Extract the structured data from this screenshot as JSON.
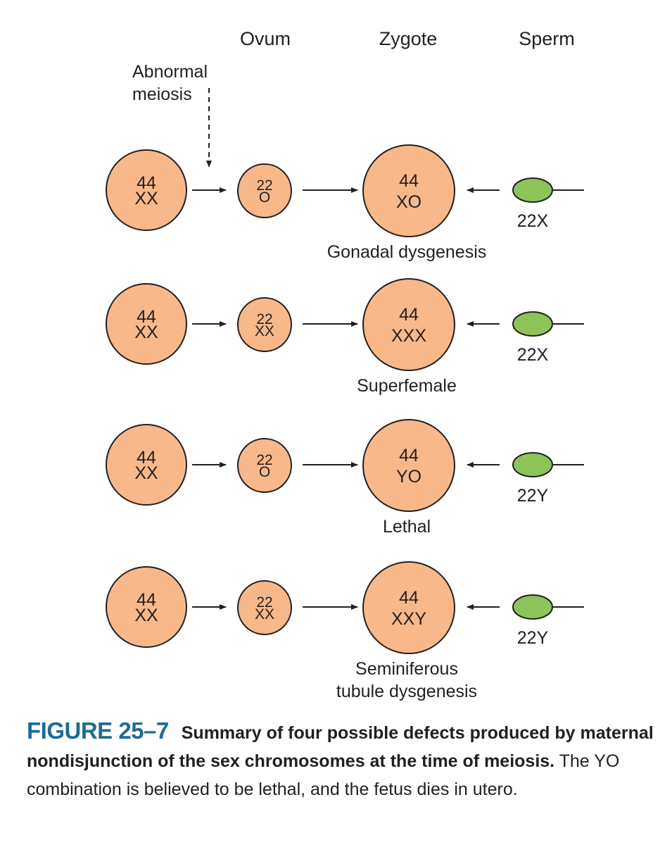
{
  "headers": {
    "ovum": "Ovum",
    "zygote": "Zygote",
    "sperm": "Sperm"
  },
  "annotation": {
    "line1": "Abnormal",
    "line2": "meiosis"
  },
  "rows": [
    {
      "parent": [
        "44",
        "XX"
      ],
      "ovum": [
        "22",
        "O"
      ],
      "zygote": [
        "44",
        "XO"
      ],
      "sperm": "22X",
      "outcome": [
        "Gonadal dysgenesis"
      ]
    },
    {
      "parent": [
        "44",
        "XX"
      ],
      "ovum": [
        "22",
        "XX"
      ],
      "zygote": [
        "44",
        "XXX"
      ],
      "sperm": "22X",
      "outcome": [
        "Superfemale"
      ]
    },
    {
      "parent": [
        "44",
        "XX"
      ],
      "ovum": [
        "22",
        "O"
      ],
      "zygote": [
        "44",
        "YO"
      ],
      "sperm": "22Y",
      "outcome": [
        "Lethal"
      ]
    },
    {
      "parent": [
        "44",
        "XX"
      ],
      "ovum": [
        "22",
        "XX"
      ],
      "zygote": [
        "44",
        "XXY"
      ],
      "sperm": "22Y",
      "outcome": [
        "Seminiferous",
        "tubule dysgenesis"
      ]
    }
  ],
  "caption": {
    "figure": "FIGURE 25–7",
    "bold": "Summary of four possible defects produced by maternal nondisjunction of the sex chromosomes at the time of meiosis.",
    "rest": " The YO combination is believed to be lethal, and the fetus dies in utero."
  },
  "colors": {
    "cell_fill": "#f9b88a",
    "cell_stroke": "#231f20",
    "sperm_fill": "#8dc45a",
    "figure_label": "#1f6c93"
  }
}
